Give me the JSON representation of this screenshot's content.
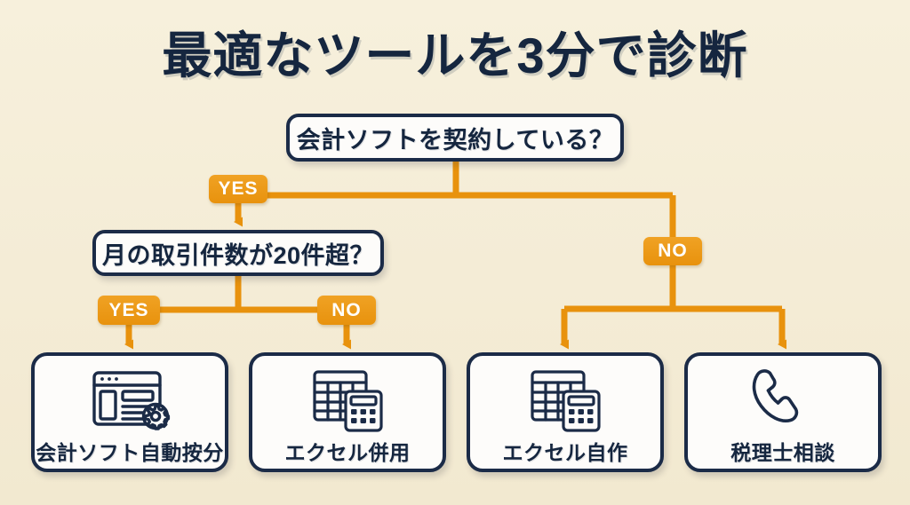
{
  "page": {
    "title": "最適なツールを3分で診断",
    "background_color": "#f4ecd6",
    "navy": "#1b2b47",
    "orange": "#e8920d",
    "box_fill": "#fdfcfa"
  },
  "flowchart": {
    "type": "decision-tree",
    "decisions": [
      {
        "id": "root",
        "label": "会計ソフトを契約している？",
        "branches": [
          "YES",
          "NO"
        ]
      },
      {
        "id": "q2",
        "label": "月の取引件数が20件超？",
        "branches": [
          "YES",
          "NO"
        ]
      }
    ],
    "branch_labels": {
      "root_yes": "YES",
      "root_no": "NO",
      "q2_yes": "YES",
      "q2_no": "NO"
    },
    "outcomes": [
      {
        "id": "leaf-0",
        "label": "会計ソフト自動按分",
        "icon": "browser-window-gear-icon",
        "path": [
          "YES",
          "YES"
        ]
      },
      {
        "id": "leaf-1",
        "label": "エクセル併用",
        "icon": "spreadsheet-calculator-icon",
        "path": [
          "YES",
          "NO"
        ]
      },
      {
        "id": "leaf-2",
        "label": "エクセル自作",
        "icon": "spreadsheet-calculator-icon",
        "path": [
          "NO"
        ]
      },
      {
        "id": "leaf-3",
        "label": "税理士相談",
        "icon": "telephone-handset-icon",
        "path": [
          "NO"
        ]
      }
    ]
  }
}
